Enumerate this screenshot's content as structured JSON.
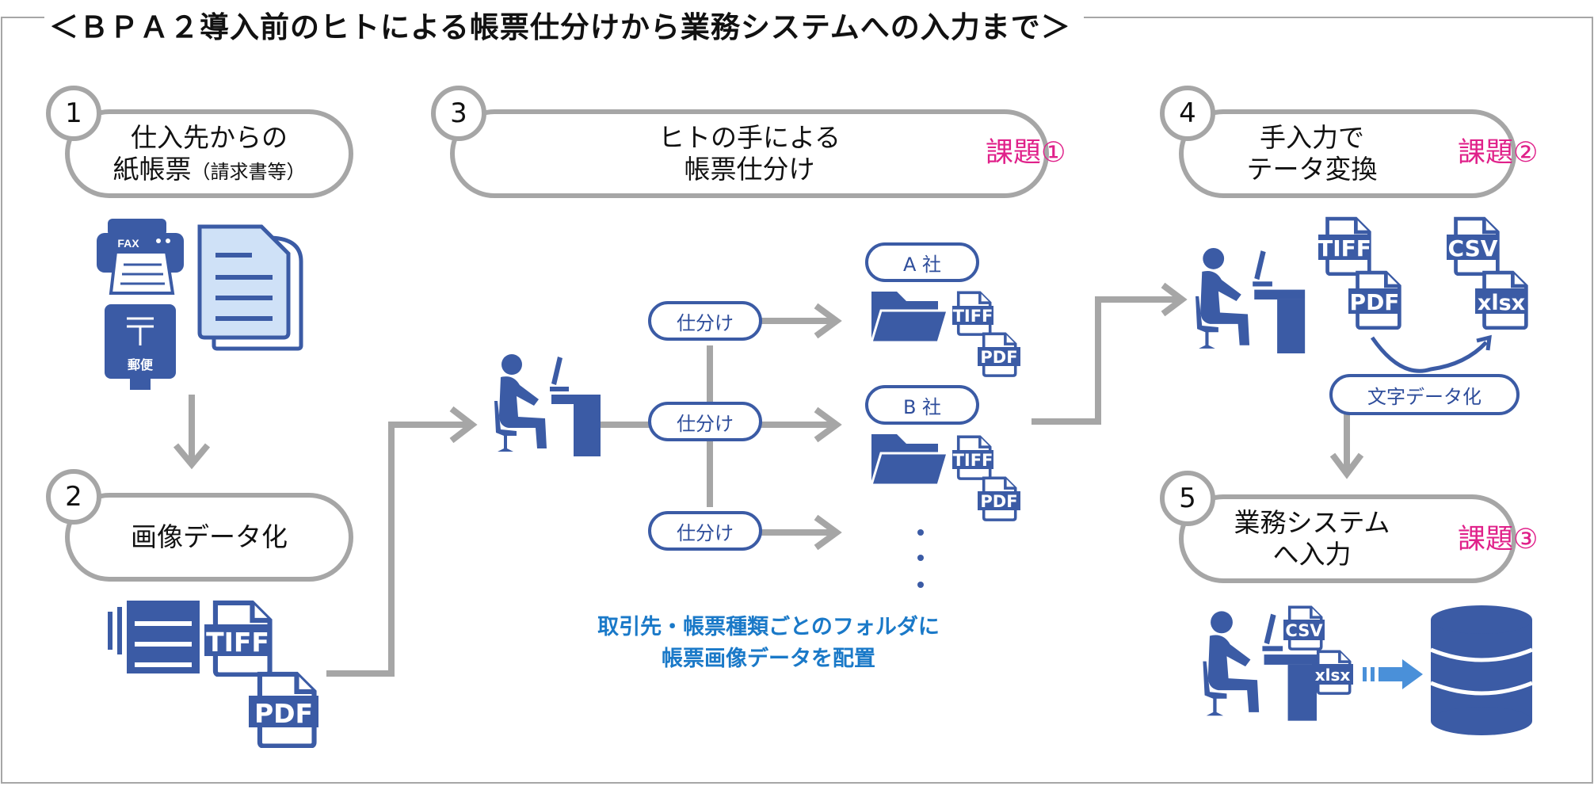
{
  "title": "＜ＢＰＡ２導入前のヒトによる帳票仕分けから業務システムへの入力まで＞",
  "steps": [
    {
      "num": "1",
      "line1": "仕入先からの",
      "line2": "紙帳票",
      "line2_small": "（請求書等）"
    },
    {
      "num": "2",
      "line1": "画像データ化"
    },
    {
      "num": "3",
      "line1": "ヒトの手による",
      "line2": "帳票仕分け",
      "issue": "課題①"
    },
    {
      "num": "4",
      "line1": "手入力で",
      "line2": "テータ変換",
      "issue": "課題②"
    },
    {
      "num": "5",
      "line1": "業務システム",
      "line2": "へ入力",
      "issue": "課題③"
    }
  ],
  "sort_labels": [
    "仕分け",
    "仕分け",
    "仕分け"
  ],
  "companies": [
    "A 社",
    "B 社"
  ],
  "conversion_label": "文字データ化",
  "folder_note": [
    "取引先・帳票種類ごとのフォルダに",
    "帳票画像データを配置"
  ],
  "icons": {
    "fax_label": "FAX",
    "post_label": "郵便",
    "tiff": "TIFF",
    "pdf": "PDF",
    "csv": "CSV",
    "xlsx": "xlsx"
  },
  "colors": {
    "icon_blue": "#3b5ba5",
    "arrow_gray": "#a6a6a6",
    "issue_pink": "#e0218a",
    "note_blue": "#1a79c8"
  }
}
